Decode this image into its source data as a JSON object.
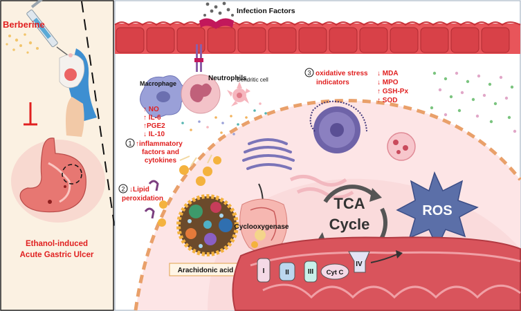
{
  "left_panel": {
    "drug_label": "Berberine",
    "model_label_line1": "Ethanol-induced",
    "model_label_line2": "Acute Gastric Ulcer"
  },
  "top": {
    "infection_label": "Infection Factors"
  },
  "cells": {
    "macrophage": "Macrophage",
    "neutrophils": "Neutrophils",
    "dendritic": "Dendritic cell"
  },
  "markers_inflammatory": [
    "↑ NO",
    "↑ IL-6",
    "↑PGE2",
    "↓ IL-10"
  ],
  "item1": {
    "number": "1",
    "line1": "↑inflammatory",
    "line2": "factors and",
    "line3": "cytokines"
  },
  "item2": {
    "number": "2",
    "line1": "↓Lipid",
    "line2": "peroxidation"
  },
  "item3": {
    "number": "3",
    "line1": "oxidative stress",
    "line2": "indicators"
  },
  "markers_oxidative": [
    "↓ MDA",
    "↓ MPO",
    "↑ GSH-Px",
    "↑ SOD"
  ],
  "labels": {
    "cox": "Cyclooxygenase",
    "arachidonic": "Arachidonic acid",
    "tca_line1": "TCA",
    "tca_line2": "Cycle",
    "ros": "ROS"
  },
  "etc": {
    "c1": "I",
    "c2": "II",
    "c3": "III",
    "cytc": "Cyt C",
    "c4": "IV"
  },
  "colors": {
    "accent_red": "#e02020",
    "left_panel_bg": "#fbf1e2",
    "cell_bg": "#fde5e6",
    "epithelium": "#e8555a",
    "mitochondria": "#d9545c",
    "ros_star": "#5b6fa8"
  }
}
